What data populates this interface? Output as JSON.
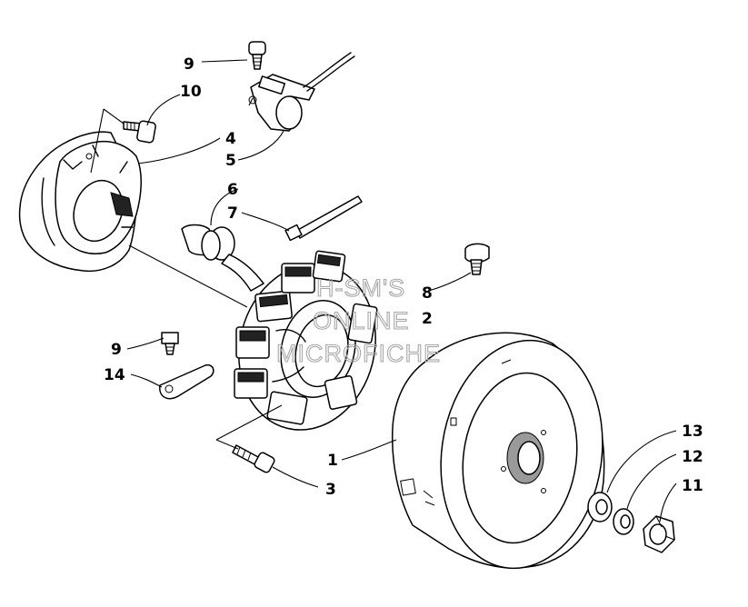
{
  "callouts": {
    "c1": "1",
    "c2": "2",
    "c3": "3",
    "c4": "4",
    "c5": "5",
    "c6": "6",
    "c7": "7",
    "c8": "8",
    "c9a": "9",
    "c9b": "9",
    "c10": "10",
    "c11": "11",
    "c12": "12",
    "c13": "13",
    "c14": "14"
  },
  "watermark": {
    "line1": "H-SM'S",
    "line2": "ONLINE",
    "line3": "MICROFICHE"
  }
}
